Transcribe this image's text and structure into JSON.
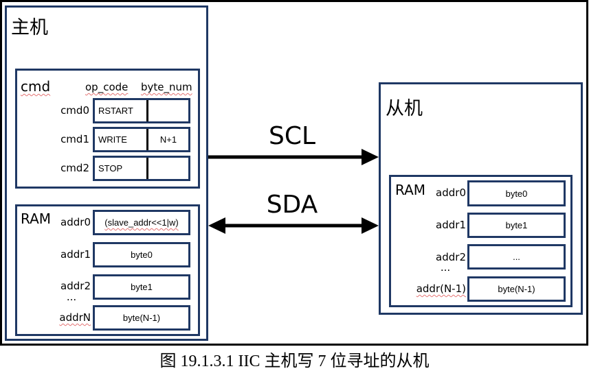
{
  "host": {
    "title": "主机",
    "cmd": {
      "title": "cmd",
      "col_headers": [
        "op_code",
        "byte_num"
      ],
      "rows": [
        {
          "label": "cmd0",
          "op_code": "RSTART",
          "byte_num": ""
        },
        {
          "label": "cmd1",
          "op_code": "WRITE",
          "byte_num": "N+1"
        },
        {
          "label": "cmd2",
          "op_code": "STOP",
          "byte_num": ""
        }
      ]
    },
    "ram": {
      "title": "RAM",
      "rows": [
        {
          "label": "addr0",
          "value": "(slave_addr<<1|w)"
        },
        {
          "label": "addr1",
          "value": "byte0"
        },
        {
          "label": "addr2",
          "value": "byte1"
        },
        {
          "label": "addrN",
          "value": "byte(N-1)"
        }
      ],
      "ellipsis": "..."
    }
  },
  "slave": {
    "title": "从机",
    "ram": {
      "title": "RAM",
      "rows": [
        {
          "label": "addr0",
          "value": "byte0"
        },
        {
          "label": "addr1",
          "value": "byte1"
        },
        {
          "label": "addr2",
          "value": "..."
        },
        {
          "label": "addr(N-1)",
          "value": "byte(N-1)"
        }
      ],
      "ellipsis": "..."
    }
  },
  "signals": {
    "scl": {
      "label": "SCL",
      "direction": "host-to-slave"
    },
    "sda": {
      "label": "SDA",
      "direction": "bidirectional"
    }
  },
  "caption": "图 19.1.3.1 IIC 主机写 7 位寻址的从机"
}
